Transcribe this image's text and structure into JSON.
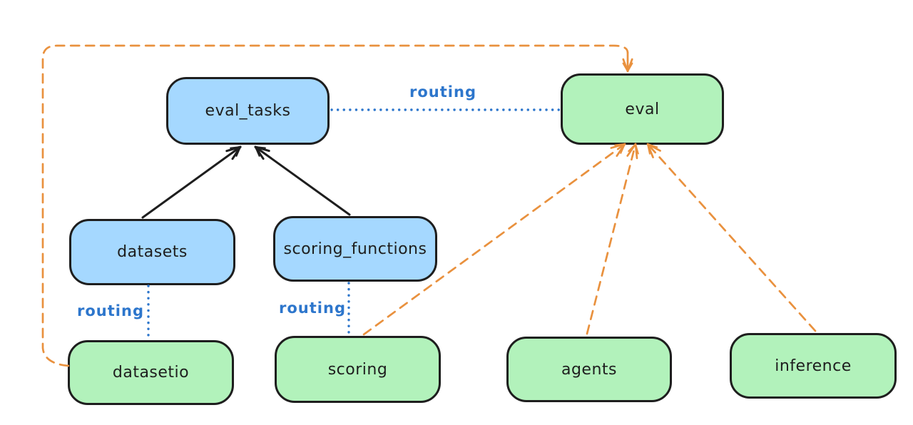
{
  "diagram": {
    "nodes": [
      {
        "id": "eval_tasks",
        "label": "eval_tasks",
        "fill": "blue"
      },
      {
        "id": "eval",
        "label": "eval",
        "fill": "green"
      },
      {
        "id": "datasets",
        "label": "datasets",
        "fill": "blue"
      },
      {
        "id": "scoring_functions",
        "label": "scoring_functions",
        "fill": "blue"
      },
      {
        "id": "datasetio",
        "label": "datasetio",
        "fill": "green"
      },
      {
        "id": "scoring",
        "label": "scoring",
        "fill": "green"
      },
      {
        "id": "agents",
        "label": "agents",
        "fill": "green"
      },
      {
        "id": "inference",
        "label": "inference",
        "fill": "green"
      }
    ],
    "edges": [
      {
        "from": "datasets",
        "to": "eval_tasks",
        "style": "solid-black-arrow",
        "label": ""
      },
      {
        "from": "scoring_functions",
        "to": "eval_tasks",
        "style": "solid-black-arrow",
        "label": ""
      },
      {
        "from": "eval_tasks",
        "to": "eval",
        "style": "dotted-blue",
        "label": "routing"
      },
      {
        "from": "datasets",
        "to": "datasetio",
        "style": "dotted-blue",
        "label": "routing"
      },
      {
        "from": "scoring_functions",
        "to": "scoring",
        "style": "dotted-blue",
        "label": "routing"
      },
      {
        "from": "datasetio",
        "to": "eval",
        "style": "dashed-orange-arrow",
        "label": ""
      },
      {
        "from": "scoring",
        "to": "eval",
        "style": "dashed-orange-arrow",
        "label": ""
      },
      {
        "from": "agents",
        "to": "eval",
        "style": "dashed-orange-arrow",
        "label": ""
      },
      {
        "from": "inference",
        "to": "eval",
        "style": "dashed-orange-arrow",
        "label": ""
      }
    ],
    "colors": {
      "background": "#ffffff",
      "node_blue_fill": "#a5d8ff",
      "node_green_fill": "#b2f2bb",
      "stroke": "#1e1e1e",
      "routing_blue": "#2d76cc",
      "orange": "#e9913e"
    }
  }
}
